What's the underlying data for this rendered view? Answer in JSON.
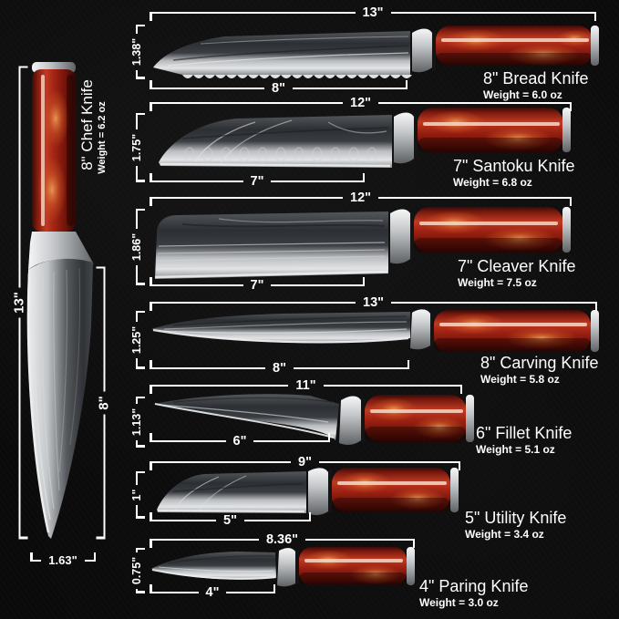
{
  "canvas": {
    "background": "#0a0a0a",
    "line_color": "#ffffff",
    "text_color": "#ffffff"
  },
  "colors": {
    "handle_red": "#a02313",
    "handle_dark_red": "#3c0a05",
    "handle_orange_swirl": "#e0853f",
    "handle_reflection_stripe": "#f6d9c8",
    "blade_dark": "#2c2f33",
    "blade_light": "#e2e4e6",
    "steel_bolster": "#c3c6c9"
  },
  "chef_knife": {
    "name": "8\" Chef Knife",
    "weight": "Weight = 6.2 oz",
    "total_length": "13\"",
    "blade_length": "8\"",
    "handle_width": "1.63\""
  },
  "knives": [
    {
      "name": "8\" Bread Knife",
      "weight": "Weight = 6.0 oz",
      "total_length": "13\"",
      "height": "1.38\"",
      "blade_length": "8\""
    },
    {
      "name": "7\" Santoku Knife",
      "weight": "Weight = 6.8 oz",
      "total_length": "12\"",
      "height": "1.75\"",
      "blade_length": "7\""
    },
    {
      "name": "7\" Cleaver Knife",
      "weight": "Weight = 7.5 oz",
      "total_length": "12\"",
      "height": "1.86\"",
      "blade_length": "7\""
    },
    {
      "name": "8\" Carving Knife",
      "weight": "Weight = 5.8 oz",
      "total_length": "13\"",
      "height": "1.25\"",
      "blade_length": "8\""
    },
    {
      "name": "6\" Fillet Knife",
      "weight": "Weight = 5.1 oz",
      "total_length": "11\"",
      "height": "1.13\"",
      "blade_length": "6\""
    },
    {
      "name": "5\" Utility Knife",
      "weight": "Weight = 3.4 oz",
      "total_length": "9\"",
      "height": "1\"",
      "blade_length": "5\""
    },
    {
      "name": "4\" Paring Knife",
      "weight": "Weight = 3.0 oz",
      "total_length": "8.36\"",
      "height": "0.75\"",
      "blade_length": "4\""
    }
  ]
}
